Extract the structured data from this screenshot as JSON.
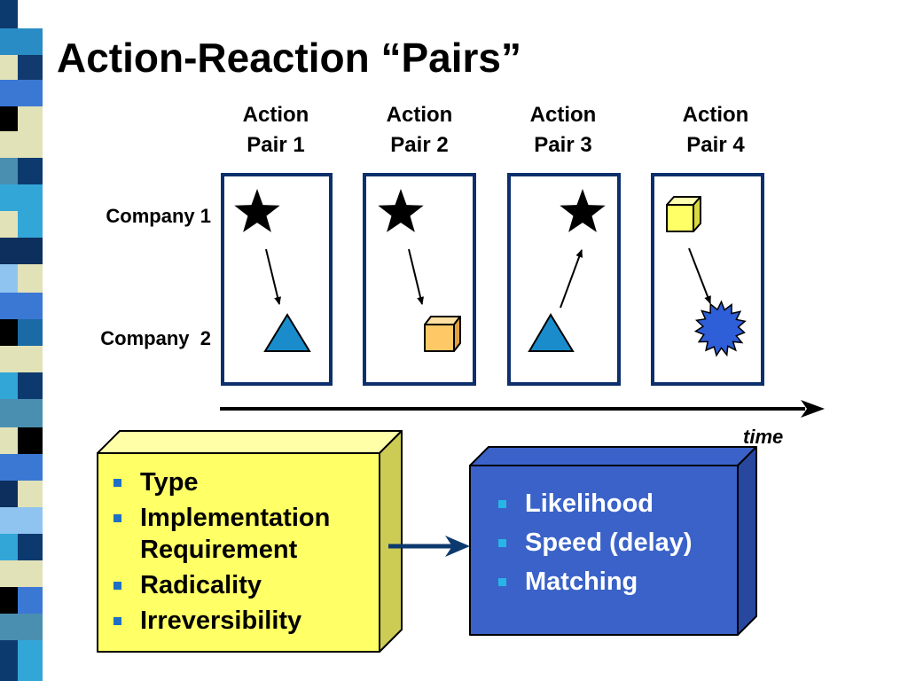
{
  "slide": {
    "title": "Action-Reaction “Pairs”"
  },
  "diagram": {
    "columns": [
      {
        "line1": "Action",
        "line2": "Pair 1"
      },
      {
        "line1": "Action",
        "line2": "Pair 2"
      },
      {
        "line1": "Action",
        "line2": "Pair 3"
      },
      {
        "line1": "Action",
        "line2": "Pair 4"
      }
    ],
    "rows": [
      "Company 1",
      "Company  2"
    ],
    "time_label": "time",
    "pairs": [
      {
        "company1": "star",
        "company2": "triangle",
        "arrow": "company1-to-company2"
      },
      {
        "company1": "star",
        "company2": "cube",
        "arrow": "company1-to-company2"
      },
      {
        "company1": "star",
        "company2": "triangle",
        "arrow": "company2-to-company1"
      },
      {
        "company1": "cube",
        "company2": "starburst",
        "arrow": "company1-to-company2"
      }
    ]
  },
  "attributes_box": {
    "color": "#ffff66",
    "items": [
      "Type",
      "Implementation Requirement",
      "Radicality",
      "Irreversibility"
    ]
  },
  "outcomes_box": {
    "color": "#3a62c8",
    "items": [
      "Likelihood",
      "Speed (delay)",
      "Matching"
    ]
  },
  "colors": {
    "frame": "#0d2f6b",
    "triangle": "#1a8ccc",
    "cube_orange": "#ffc866",
    "cube_yellow": "#ffff66",
    "starburst": "#2e5ed8"
  }
}
